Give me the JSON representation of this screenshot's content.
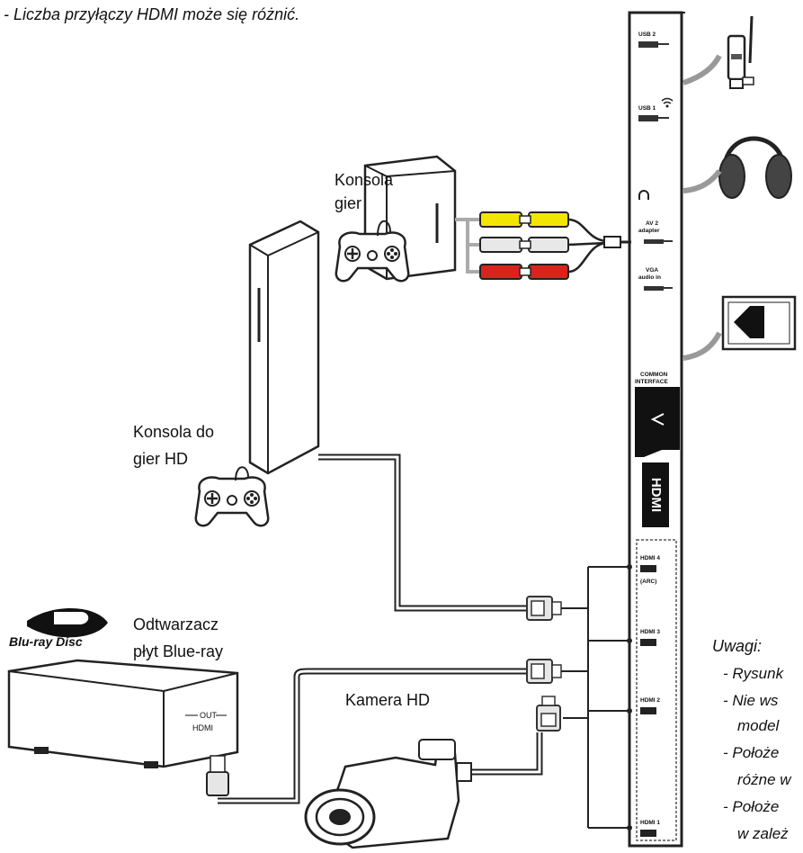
{
  "header_note": "- Liczba przyłączy HDMI może się różnić.",
  "devices": {
    "game_console_line1": "Konsola",
    "game_console_line2": "gier",
    "hd_console_line1": "Konsola do",
    "hd_console_line2": "gier HD",
    "bluray_line1": "Odtwarzacz",
    "bluray_line2": "płyt Blue-ray",
    "camera": "Kamera HD",
    "bluray_logo_text": "Blu-ray Disc",
    "player_out_label": "OUT",
    "player_hdmi_label": "HDMI"
  },
  "ports": {
    "usb2": "USB 2",
    "usb1": "USB 1",
    "av2_line1": "AV 2",
    "av2_line2": "adapter",
    "vga_line1": "VGA",
    "vga_line2": "audio in",
    "common_line1": "COMMON",
    "common_line2": "INTERFACE",
    "hdmi4_line1": "HDMI 4",
    "hdmi4_line2": "(ARC)",
    "hdmi3": "HDMI 3",
    "hdmi2": "HDMI 2",
    "hdmi1": "HDMI 1",
    "hdmi_logo": "HDMI"
  },
  "notes": {
    "title": "Uwagi:",
    "items": [
      "- Rysunk",
      "- Nie ws",
      "model",
      "- Położe",
      "różne w",
      "- Położe",
      "w zależ"
    ]
  },
  "colors": {
    "yellow_plug": "#f2e600",
    "white_plug": "#e8e8e8",
    "red_plug": "#d8241c",
    "cable": "#b5b5b5"
  }
}
